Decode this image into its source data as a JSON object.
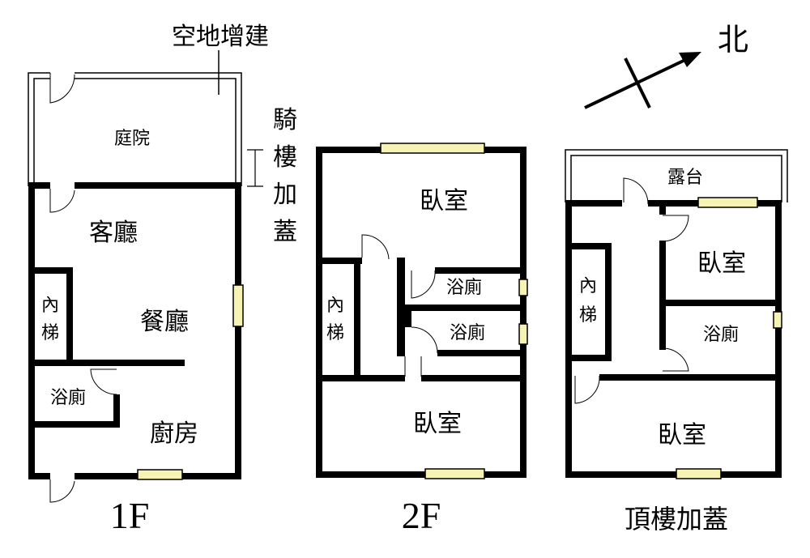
{
  "annotations": {
    "open_space_extension": "空地增建",
    "arcade_addition": [
      "騎",
      "樓",
      "加",
      "蓋"
    ],
    "north": "北"
  },
  "floors": [
    {
      "label": "1F",
      "rooms": {
        "courtyard": "庭院",
        "living": "客廳",
        "dining": "餐廳",
        "stair": [
          "內",
          "梯"
        ],
        "bath": "浴廁",
        "kitchen": "廚房"
      }
    },
    {
      "label": "2F",
      "rooms": {
        "bedroom_top": "臥室",
        "stair": [
          "內",
          "梯"
        ],
        "bath1": "浴廁",
        "bath2": "浴廁",
        "bedroom_bottom": "臥室"
      }
    },
    {
      "label": "頂樓加蓋",
      "rooms": {
        "terrace": "露台",
        "stair": [
          "內",
          "梯"
        ],
        "bedroom_top": "臥室",
        "bath": "浴廁",
        "bedroom_bottom": "臥室"
      }
    }
  ],
  "colors": {
    "window_fill": "#f7f3b5",
    "wall": "#000000"
  }
}
